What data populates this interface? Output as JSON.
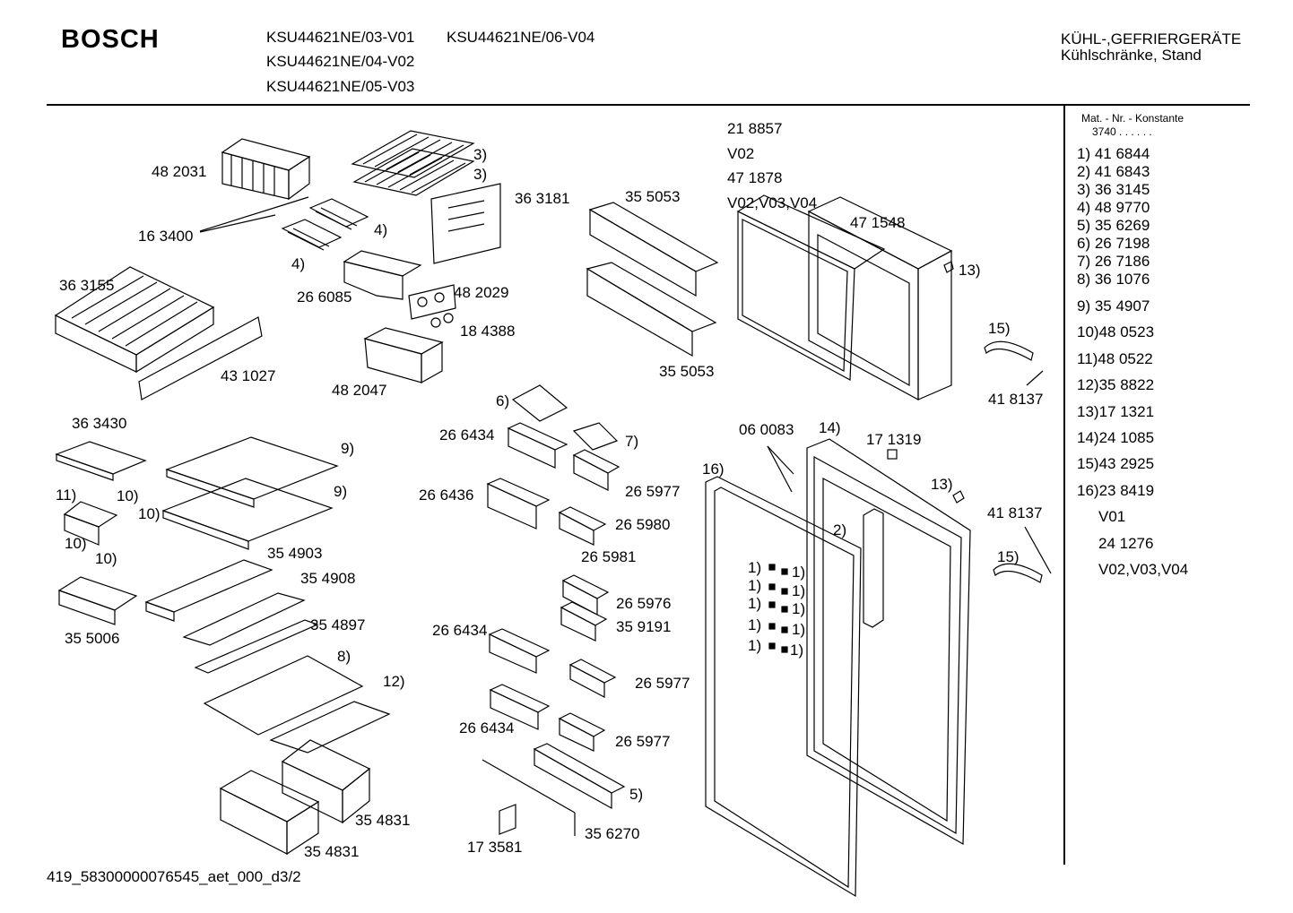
{
  "brand": "BOSCH",
  "models": [
    "KSU44621NE/03-V01",
    "KSU44621NE/06-V04",
    "KSU44621NE/04-V02",
    "KSU44621NE/05-V03"
  ],
  "category": {
    "line1": "KÜHL-,GEFRIERGERÄTE",
    "line2": "Kühlschränke, Stand"
  },
  "konstante": {
    "header": "Mat. - Nr. - Konstante",
    "value": "3740 . .   .  .  .  ."
  },
  "parts_list": [
    "1)  41 6844",
    "2)  41 6843",
    "3)  36 3145",
    "4)  48 9770",
    "5)  35 6269",
    "6)  26 7198",
    "7)  26 7186",
    "8)  36 1076",
    "9)  35 4907",
    "10)48 0523",
    "11)48 0522",
    "12)35 8822",
    "13)17 1321",
    "14)24 1085",
    "15)43 2925",
    "16)23 8419",
    "   V01",
    "   24 1276",
    "   V02,V03,V04"
  ],
  "diagram_labels": [
    "48 2031",
    "3)",
    "3)",
    "36 3181",
    "16 3400",
    "4)",
    "4)",
    "35 5053",
    "36 3155",
    "26 6085",
    "48 2029",
    "18 4388",
    "43 1027",
    "48 2047",
    "35 5053",
    "21 8857",
    "V02",
    "47 1878",
    "V02,V03,V04",
    "47 1548",
    "13)",
    "15)",
    "41 8137",
    "36 3430",
    "9)",
    "9)",
    "11)",
    "10)",
    "10)",
    "10)",
    "10)",
    "6)",
    "26 6434",
    "7)",
    "26 5977",
    "26 6436",
    "26 5980",
    "26 5981",
    "06 0083",
    "14)",
    "17 1319",
    "16)",
    "13)",
    "41 8137",
    "2)",
    "15)",
    "1)",
    "1)",
    "1)",
    "1)",
    "1)",
    "1)",
    "1)",
    "1)",
    "1)",
    "1)",
    "35 4903",
    "35 4908",
    "35 5006",
    "35 4897",
    "8)",
    "12)",
    "26 5976",
    "35 9191",
    "26 6434",
    "26 5977",
    "26 6434",
    "26 5977",
    "5)",
    "35 4831",
    "35 4831",
    "17 3581",
    "35 6270"
  ],
  "footer": {
    "code": "419_58300000076545_aet_000_d",
    "page": "3/2"
  }
}
